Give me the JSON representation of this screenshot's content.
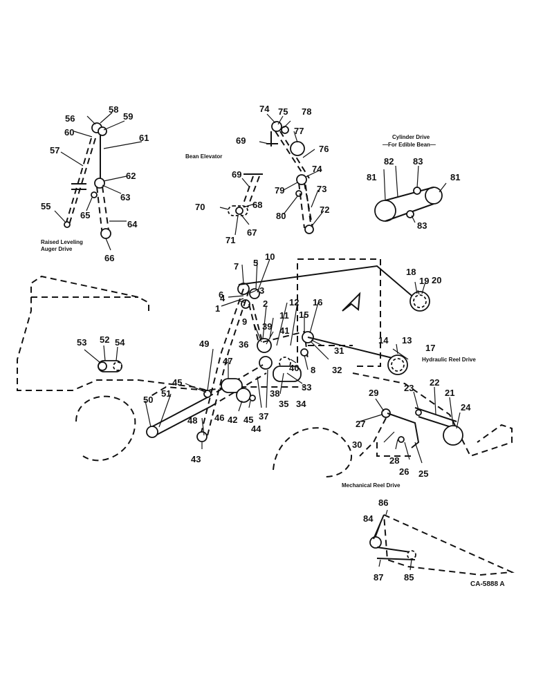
{
  "captions": {
    "raised_leveling_1": "Raised Leveling",
    "raised_leveling_2": "Auger Drive",
    "bean_elevator": "Bean Elevator",
    "cylinder_drive_1": "Cylinder Drive",
    "cylinder_drive_2": "—For Edible Bean—",
    "hydraulic_reel_drive": "Hydraulic Reel Drive",
    "mechanical_reel_drive": "Mechanical Reel Drive"
  },
  "drawing_code": "CA-5888 A",
  "callouts": {
    "c1": "1",
    "c2": "2",
    "c3": "3",
    "c4": "4",
    "c5": "5",
    "c6": "6",
    "c7": "7",
    "c8": "8",
    "c9": "9",
    "c10": "10",
    "c11": "11",
    "c12": "12",
    "c13": "13",
    "c14": "14",
    "c15": "15",
    "c16": "16",
    "c17": "17",
    "c18": "18",
    "c19": "19",
    "c20": "20",
    "c21": "21",
    "c22": "22",
    "c23": "23",
    "c24": "24",
    "c25": "25",
    "c26": "26",
    "c27": "27",
    "c28": "28",
    "c29": "29",
    "c30": "30",
    "c31": "31",
    "c32": "32",
    "c33": "33",
    "c34": "34",
    "c35": "35",
    "c36": "36",
    "c37": "37",
    "c38": "38",
    "c39": "39",
    "c40": "40",
    "c41": "41",
    "c42": "42",
    "c43": "43",
    "c44": "44",
    "c45a": "45",
    "c45b": "45",
    "c46": "46",
    "c47": "47",
    "c48": "48",
    "c49": "49",
    "c50": "50",
    "c51": "51",
    "c52": "52",
    "c53": "53",
    "c54": "54",
    "c55": "55",
    "c56": "56",
    "c57": "57",
    "c58": "58",
    "c59": "59",
    "c60": "60",
    "c61": "61",
    "c62": "62",
    "c63": "63",
    "c64": "64",
    "c65": "65",
    "c66": "66",
    "c67": "67",
    "c68": "68",
    "c69a": "69",
    "c69b": "69",
    "c70": "70",
    "c71": "71",
    "c72": "72",
    "c73": "73",
    "c74a": "74",
    "c74b": "74",
    "c75": "75",
    "c76": "76",
    "c77": "77",
    "c78": "78",
    "c79": "79",
    "c80": "80",
    "c81a": "81",
    "c81b": "81",
    "c82": "82",
    "c83a": "83",
    "c83b": "83",
    "c84": "84",
    "c85": "85",
    "c86": "86",
    "c87": "87"
  }
}
